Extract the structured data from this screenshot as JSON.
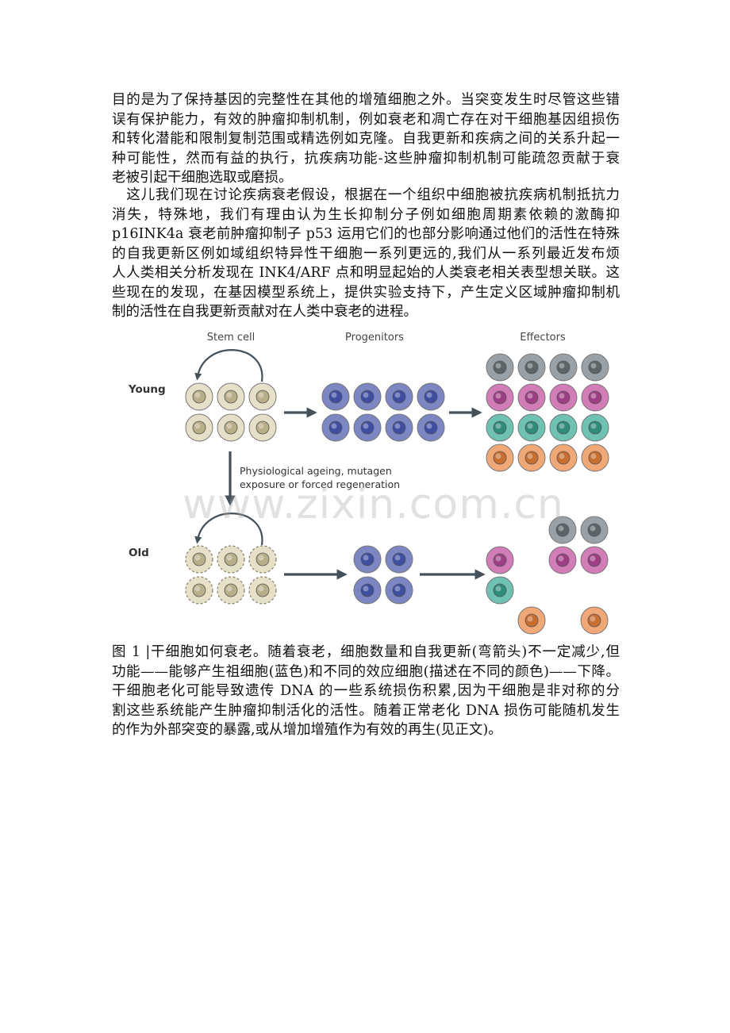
{
  "paragraphs": [
    {
      "lines": [
        "目的是为了保持基因的完整性在其他的增殖细胞之外。当突变发生时尽管这些错",
        "误有保护能力，有效的肿瘤抑制机制，例如衰老和凋亡存在对干细胞基因组损伤",
        "和转化潜能和限制复制范围或精选例如克隆。自我更新和疾病之间的关系升起一",
        "种可能性，然而有益的执行，抗疾病功能-这些肿瘤抑制机制可能疏忽贡献于衰",
        "老被引起干细胞选取或磨损。"
      ]
    },
    {
      "lines": [
        "　这儿我们现在讨论疾病衰老假设，根据在一个组织中细胞被抗疾病机制抵抗力",
        "消失，特殊地，我们有理由认为生长抑制分子例如细胞周期素依赖的激酶抑",
        "p16INK4a 衰老前肿瘤抑制子 p53 运用它们的也部分影响通过他们的活性在特殊",
        "的自我更新区例如域组织特异性干细胞一系列更远的,我们从一系列最近发布烦",
        "人人类相关分析发现在 INK4/ARF 点和明显起始的人类衰老相关表型想关联。这",
        "些现在的发现，在基因模型系统上，提供实验支持下，产生定义区域肿瘤抑制机",
        "制的活性在自我更新贡献对在人类中衰老的进程。"
      ]
    }
  ],
  "figure": {
    "col_stem": "Stem cell",
    "col_progenitors": "Progenitors",
    "col_effectors": "Effectors",
    "row_young": "Young",
    "row_old": "Old",
    "transition_line1": "Physiological ageing, mutagen",
    "transition_line2": "exposure or forced regeneration",
    "colors": {
      "stem": "#e6e0c8",
      "stem_nucleus": "#b8ae88",
      "progenitor": "#7b86c2",
      "progenitor_nucleus": "#3e4ea0",
      "effector_grey": "#9aa1a6",
      "effector_magenta": "#d27cb8",
      "effector_teal": "#6fc2b2",
      "effector_orange": "#f1a877",
      "arrow": "#44505a"
    }
  },
  "caption": {
    "lines": [
      "图 1 |干细胞如何衰老。随着衰老，细胞数量和自我更新(弯箭头)不一定减少,但",
      "功能——能够产生祖细胞(蓝色)和不同的效应细胞(描述在不同的颜色)——下降。",
      "干细胞老化可能导致遗传 DNA 的一些系统损伤积累,因为干细胞是非对称的分",
      "割这些系统能产生肿瘤抑制活化的活性。随着正常老化 DNA 损伤可能随机发生",
      "的作为外部突变的暴露,或从增加增殖作为有效的再生(见正文)。"
    ]
  },
  "watermark": "www.zixin.com.cn"
}
